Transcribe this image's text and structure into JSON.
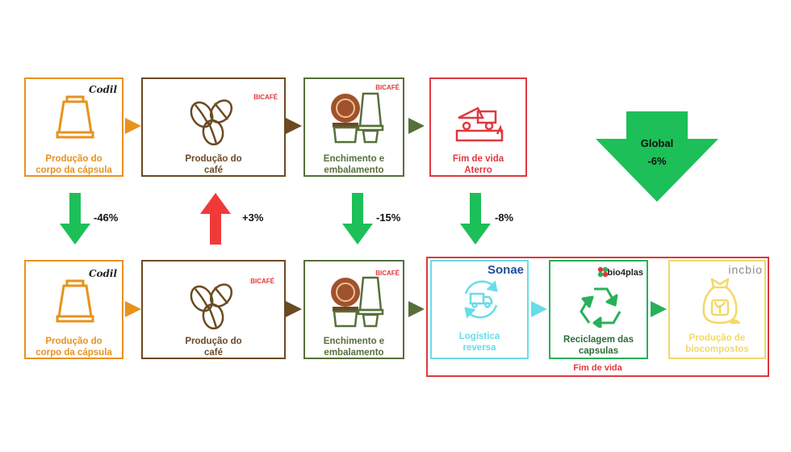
{
  "colors": {
    "orange": "#E8921E",
    "brown": "#6B4A22",
    "green_dark": "#56703A",
    "red": "#E0383E",
    "arrow_green": "#1DBF58",
    "arrow_red": "#F03A3A",
    "cyan": "#66DDE8",
    "recycle_green": "#28B05A",
    "yellow": "#F2D968"
  },
  "top_row": {
    "capsule_body": {
      "label": "Produção do\ncorpo da cápsula",
      "logo": "Codil"
    },
    "coffee": {
      "label": "Produção do\ncafé",
      "logo": "BICAFÉ"
    },
    "filling": {
      "label": "Enchimento e\nembalamento",
      "logo": "BICAFÉ"
    },
    "end_of_life": {
      "label": "Fim de vida\nAterro"
    }
  },
  "global": {
    "label": "Global",
    "value": "-6%"
  },
  "changes": {
    "capsule_body": "-46%",
    "coffee": "+3%",
    "filling": "-15%",
    "end_of_life": "-8%"
  },
  "bottom_row": {
    "capsule_body": {
      "label": "Produção do\ncorpo da cápsula",
      "logo": "Codil"
    },
    "coffee": {
      "label": "Produção do\ncafé",
      "logo": "BICAFÉ"
    },
    "filling": {
      "label": "Enchimento e\nembalamento",
      "logo": "BICAFÉ"
    },
    "end_of_life": {
      "title": "Fim de vida",
      "logistics": {
        "label": "Logística\nreversa",
        "logo": "Sonae"
      },
      "recycling": {
        "label": "Reciclagem das\ncapsulas",
        "logo": "bio4plas"
      },
      "biocompost": {
        "label": "Produção de\nbiocompostos",
        "logo": "incbio"
      }
    }
  },
  "icons": {
    "capsule": "capsule-icon",
    "coffee_beans": "coffee-beans-icon",
    "coffee_capsules": "coffee-capsules-icon",
    "landfill_truck": "landfill-truck-icon",
    "recycle_truck": "reverse-logistics-truck-icon",
    "recycle": "recycle-icon",
    "compost_bag": "compost-bag-icon"
  }
}
